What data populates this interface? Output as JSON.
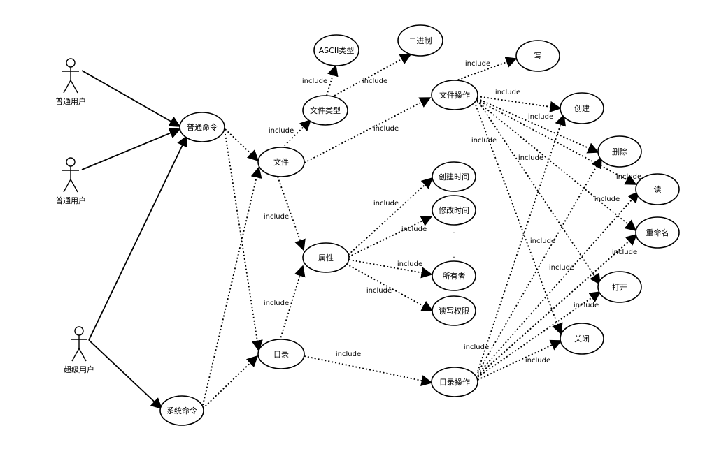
{
  "actors": {
    "user1": "普通用户",
    "user2": "普通用户",
    "superuser": "超级用户"
  },
  "nodes": {
    "normal_cmd": "普通命令",
    "system_cmd": "系统命令",
    "file": "文件",
    "directory": "目录",
    "file_type": "文件类型",
    "ascii_type": "ASCII类型",
    "binary": "二进制",
    "attribute": "属性",
    "create_time": "创建时间",
    "modify_time": "修改时间",
    "owner": "所有者",
    "rw_perm": "读写权限",
    "file_ops": "文件操作",
    "dir_ops": "目录操作",
    "write": "写",
    "create": "创建",
    "delete": "删除",
    "read": "读",
    "rename": "重命名",
    "open": "打开",
    "close": "关闭",
    "dot1": "·",
    "dot2": "·"
  },
  "edge_label": "include"
}
